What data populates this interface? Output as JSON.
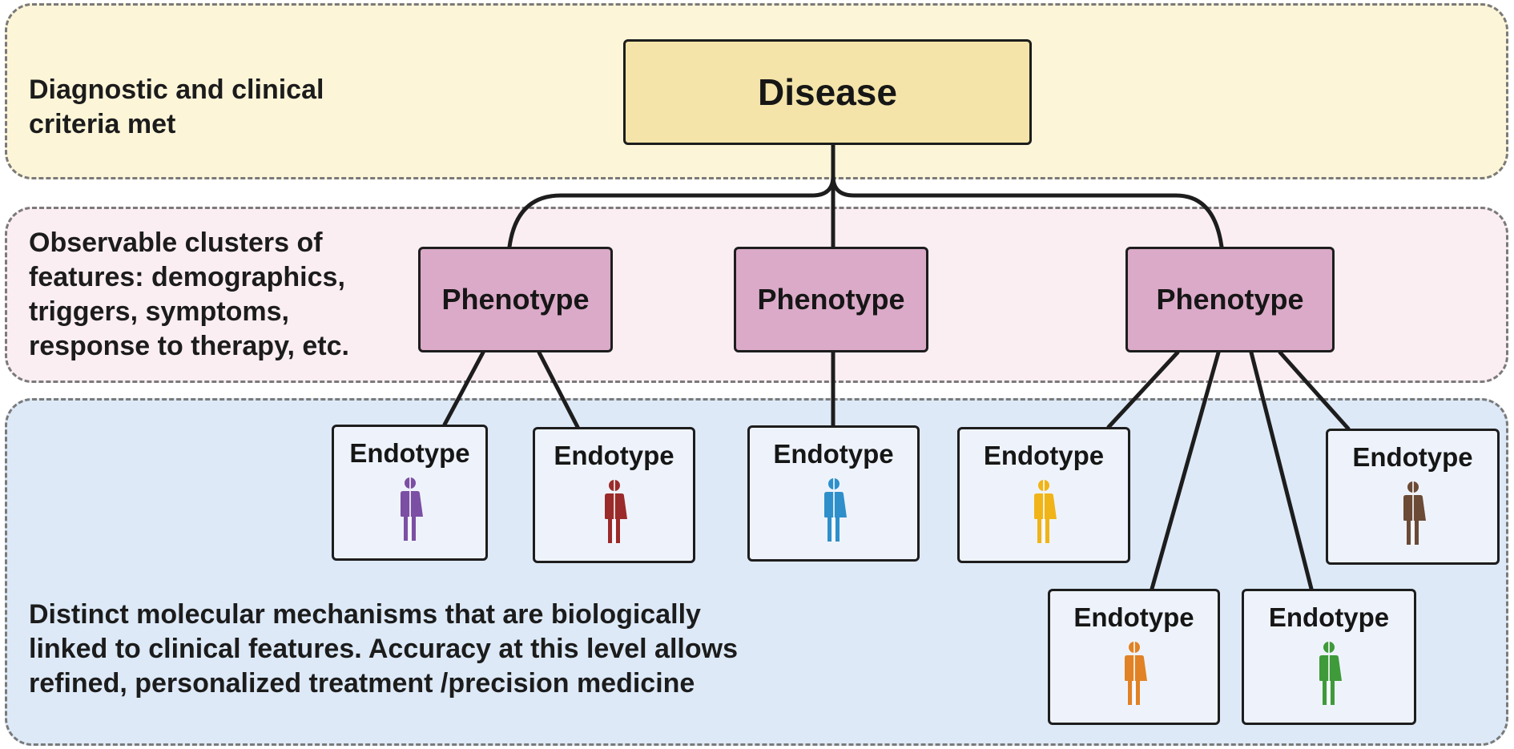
{
  "bands": {
    "disease_description": "Diagnostic and clinical\ncriteria met",
    "phenotype_description": "Observable clusters of\nfeatures: demographics,\ntriggers, symptoms,\nresponse to therapy, etc.",
    "endotype_description": "Distinct molecular mechanisms that are biologically\nlinked to clinical features.  Accuracy at this level allows\nrefined, personalized treatment /precision medicine"
  },
  "disease": {
    "label": "Disease"
  },
  "phenotypes": [
    {
      "label": "Phenotype"
    },
    {
      "label": "Phenotype"
    },
    {
      "label": "Phenotype"
    }
  ],
  "endotypes": [
    {
      "label": "Endotype",
      "icon": "person-icon",
      "color": "#7b4fa3"
    },
    {
      "label": "Endotype",
      "icon": "person-icon",
      "color": "#9b2a2a"
    },
    {
      "label": "Endotype",
      "icon": "person-icon",
      "color": "#2e8fcb"
    },
    {
      "label": "Endotype",
      "icon": "person-icon",
      "color": "#f0b418"
    },
    {
      "label": "Endotype",
      "icon": "person-icon",
      "color": "#6b4a36"
    },
    {
      "label": "Endotype",
      "icon": "person-icon",
      "color": "#e08225"
    },
    {
      "label": "Endotype",
      "icon": "person-icon",
      "color": "#3f9a3a"
    }
  ]
}
